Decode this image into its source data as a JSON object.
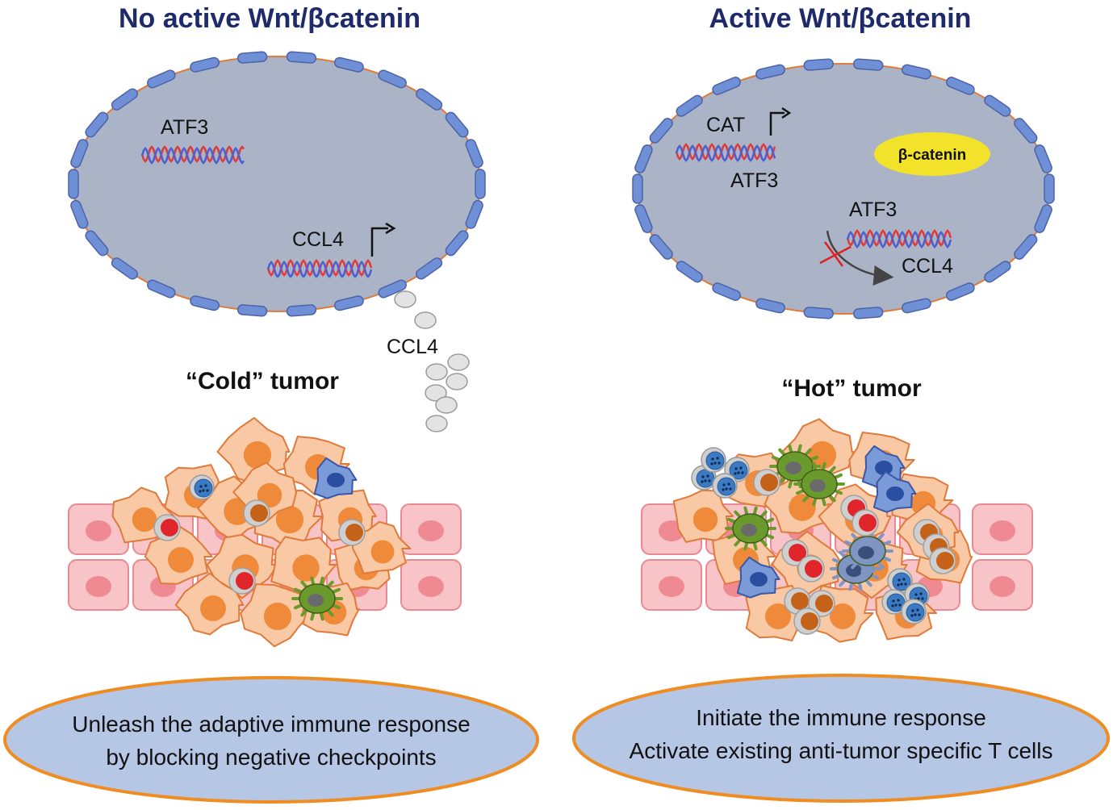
{
  "left": {
    "title": "No active Wnt/βcatenin",
    "gene_atf3": "ATF3",
    "gene_ccl4": "CCL4",
    "secreted_label": "CCL4",
    "tumor_title": "“Cold” tumor",
    "strategy_line1": "Unleash the adaptive immune response",
    "strategy_line2": "by blocking negative checkpoints"
  },
  "right": {
    "title": "Active Wnt/βcatenin",
    "gene_cat": "CAT",
    "gene_atf3_a": "ATF3",
    "gene_atf3_b": "ATF3",
    "gene_ccl4": "CCL4",
    "beta_catenin": "β-catenin",
    "tumor_title": "“Hot” tumor",
    "strategy_line1": "Initiate the immune response",
    "strategy_line2": "Activate existing anti-tumor specific T cells"
  },
  "colors": {
    "heading": "#1f2a6b",
    "nucleus_fill": "#aab4c6",
    "nuclear_pore": "#6f8fd6",
    "membrane": "#e07a3a",
    "tumor_cell": "#f9c9a5",
    "tumor_nucleus": "#ef8a3a",
    "normal_cell": "#f8c4c8",
    "normal_nucleus": "#ef8a93",
    "dendritic_cell": "#6b9a2c",
    "macrophage": "#7b9ad8",
    "ellipse_fill": "#b5c7e5",
    "ellipse_border": "#ef8c22",
    "beta_catenin": "#f2e32a",
    "inhibit_cross": "#e02020"
  }
}
